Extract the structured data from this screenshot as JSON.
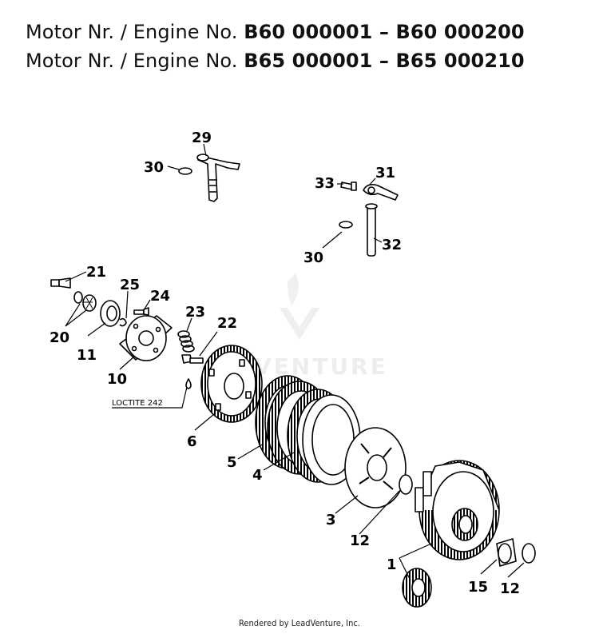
{
  "header": {
    "line1_prefix": "Motor Nr. / Engine No. ",
    "line1_range": "B60 000001 – B60 000200",
    "line2_prefix": "Motor Nr. / Engine No. ",
    "line2_range": "B65 000001 – B65 000210"
  },
  "callouts": {
    "c1": "1",
    "c3": "3",
    "c4": "4",
    "c5": "5",
    "c6": "6",
    "c10": "10",
    "c11": "11",
    "c12a": "12",
    "c12b": "12",
    "c15": "15",
    "c20": "20",
    "c21": "21",
    "c22": "22",
    "c23": "23",
    "c24": "24",
    "c25": "25",
    "c29": "29",
    "c30a": "30",
    "c30b": "30",
    "c31": "31",
    "c32": "32",
    "c33": "33"
  },
  "note": "LOCTITE 242",
  "watermark": "VENTURE",
  "footer": "Rendered by LeadVenture, Inc."
}
